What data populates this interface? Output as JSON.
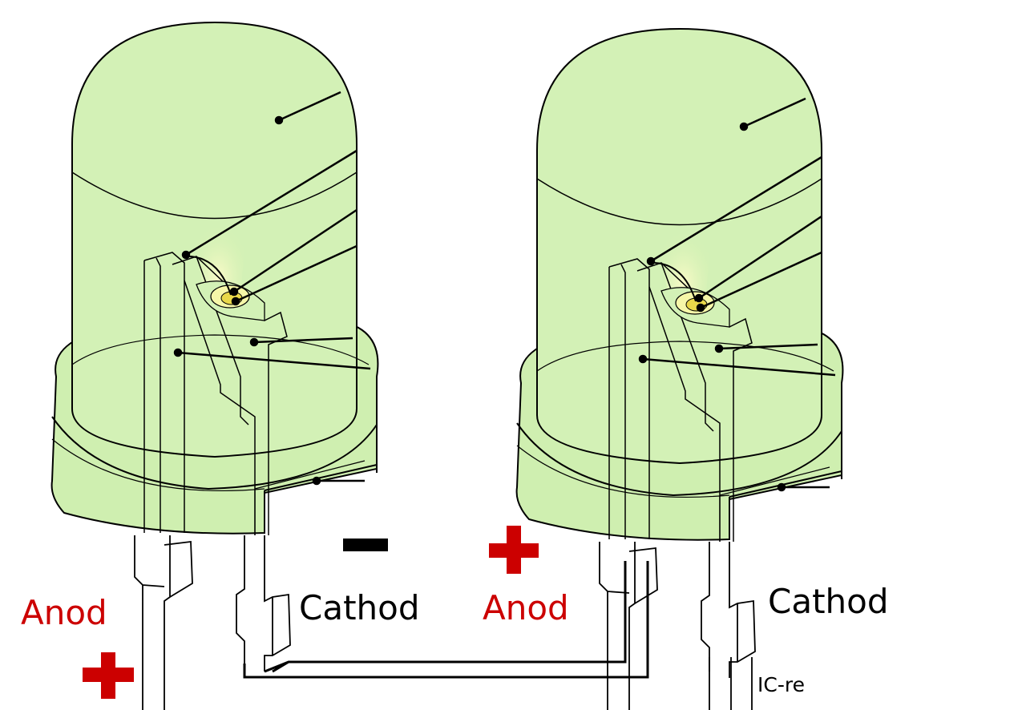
{
  "colors": {
    "body_fill": "#cfefb0",
    "body_fill_soft": "#d9f3bf",
    "outline": "#000000",
    "positive": "#cc0000",
    "negative": "#000000",
    "die_glow": "#f6f7a8",
    "die_core": "#e9d84a"
  },
  "icons": {
    "plus": "plus-sign-icon",
    "minus": "minus-sign-icon"
  },
  "labels": {
    "left_anode": "Anod",
    "left_cathode": "Cathod",
    "right_anode": "Anod",
    "right_cathode": "Cathod",
    "ic_note": "IC-re"
  }
}
